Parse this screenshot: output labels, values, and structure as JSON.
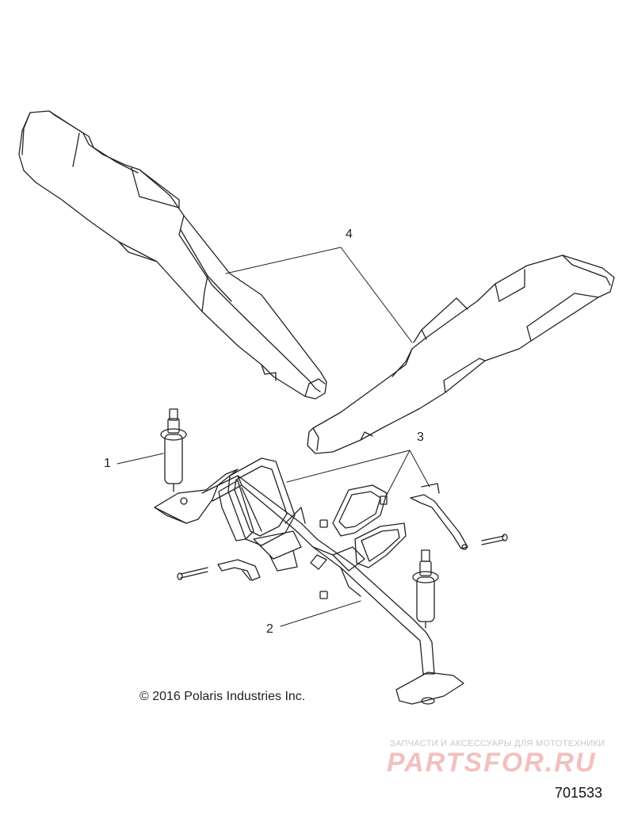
{
  "diagram": {
    "callouts": {
      "c1": "1",
      "c2": "2",
      "c3": "3",
      "c4": "4"
    },
    "copyright": "© 2016 Polaris Industries Inc.",
    "reference_number": "701533",
    "watermark": {
      "tagline": "ЗАПЧАСТИ И АКСЕССУАРЫ ДЛЯ МОТОТЕХНИКИ",
      "brand": "PARTSFOR.RU"
    }
  }
}
